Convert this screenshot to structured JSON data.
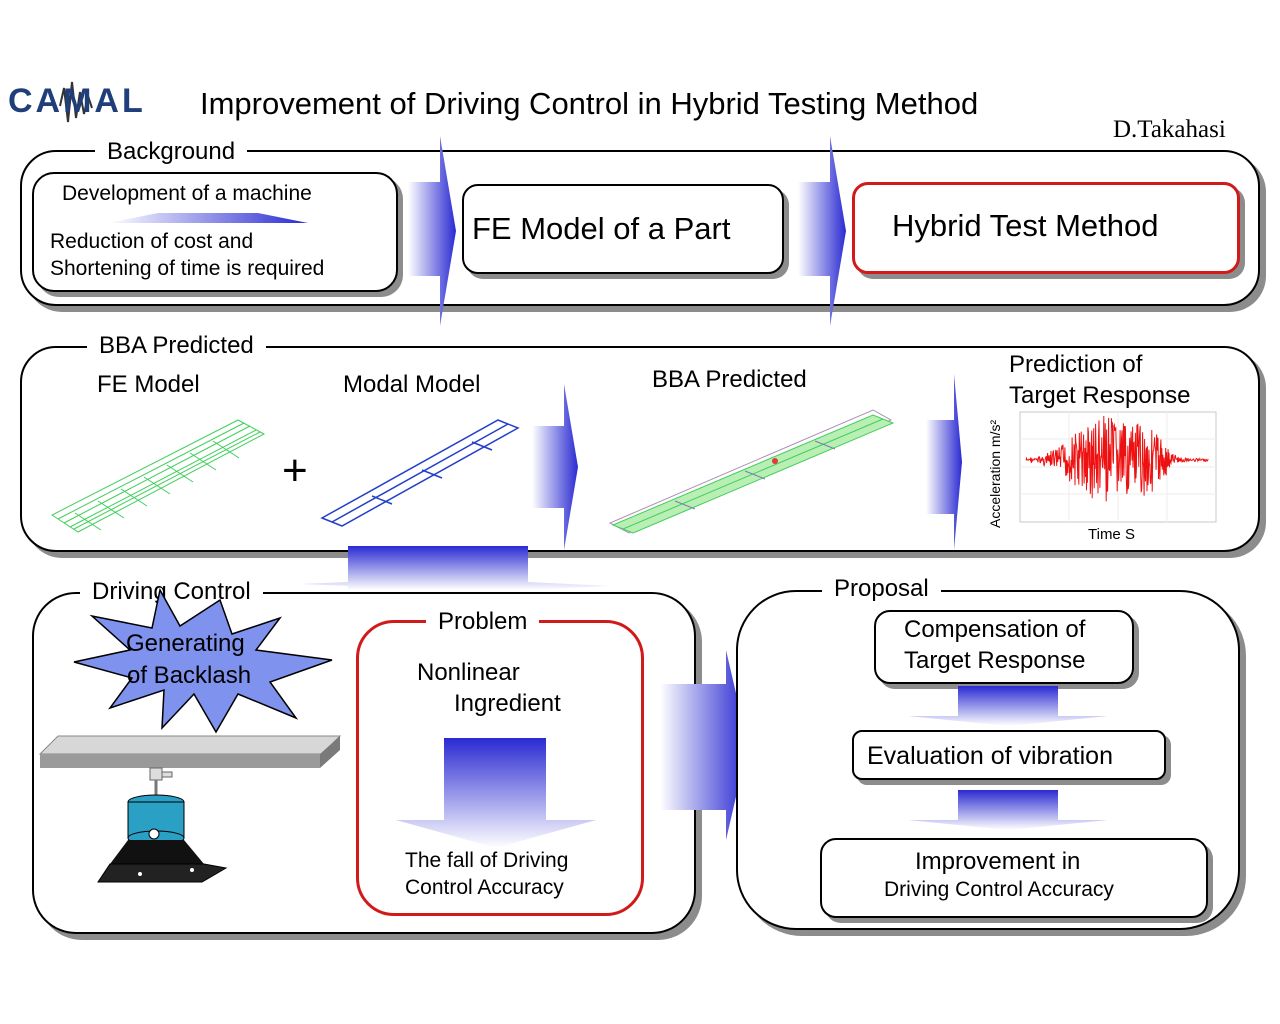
{
  "header": {
    "logo_text": "CAMAL",
    "title": "Improvement of Driving Control in Hybrid Testing Method",
    "author": "D.Takahasi"
  },
  "background_panel": {
    "label": "Background",
    "machine_box": {
      "line1": "Development of a machine",
      "line2": "Reduction of cost and",
      "line3": "Shortening of time is required"
    },
    "fe_box": "FE Model of a Part",
    "hybrid_box": "Hybrid Test Method"
  },
  "bba_panel": {
    "label": "BBA Predicted",
    "fe_model_label": "FE Model",
    "plus": "+",
    "modal_model_label": "Modal Model",
    "bba_label": "BBA Predicted",
    "prediction_line1": "Prediction of",
    "prediction_line2": "Target Response",
    "plot_ylabel": "Acceleration  m/s²",
    "plot_xlabel": "Time  S"
  },
  "driving_panel": {
    "label": "Driving Control",
    "burst_line1": "Generating",
    "burst_line2": "of Backlash",
    "problem": {
      "label": "Problem",
      "line1": "Nonlinear",
      "line2": "Ingredient",
      "result1": "The fall of Driving",
      "result2": "Control Accuracy"
    }
  },
  "proposal_panel": {
    "label": "Proposal",
    "step1_line1": "Compensation of",
    "step1_line2": "Target Response",
    "step2": "Evaluation of vibration",
    "step3_line1": "Improvement in",
    "step3_line2": "Driving Control Accuracy"
  },
  "colors": {
    "arrow_blue": "#2a2ad2",
    "highlight_red": "#d11a1a",
    "mesh_green": "#3fcf5a",
    "mesh_blue": "#2340c8",
    "signal_red": "#ee1111",
    "burst_fill": "#7f92ee"
  }
}
